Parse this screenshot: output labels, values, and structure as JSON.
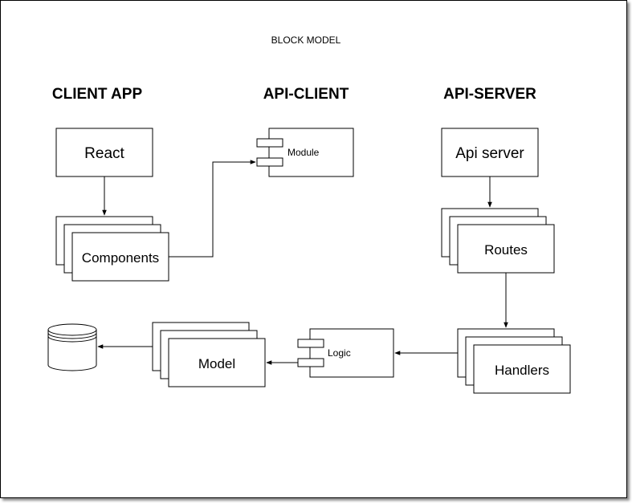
{
  "diagram": {
    "title": "BLOCK MODEL",
    "sections": {
      "client_app": "CLIENT APP",
      "api_client": "API-CLIENT",
      "api_server": "API-SERVER"
    },
    "nodes": {
      "react": "React",
      "components": "Components",
      "module": "Module",
      "api_server": "Api server",
      "routes": "Routes",
      "handlers": "Handlers",
      "logic": "Logic",
      "model": "Model"
    },
    "colors": {
      "stroke": "#000000",
      "fill": "#ffffff"
    }
  }
}
